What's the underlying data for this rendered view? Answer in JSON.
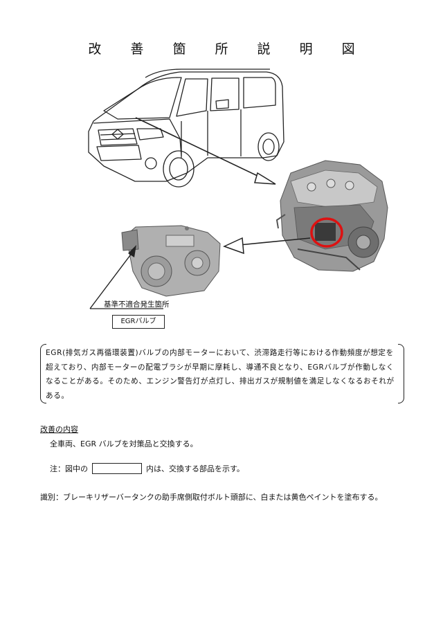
{
  "title": "改 善 箇 所 説 明 図",
  "illustration": {
    "callout_label": "基準不適合発生箇所",
    "part_label": "EGRバルブ"
  },
  "description": "EGR(排気ガス再循環装置)バルブの内部モーターにおいて、渋滞路走行等における作動頻度が想定を超えており、内部モーターの配電ブラシが早期に摩耗し、導通不良となり、EGRバルブが作動しなくなることがある。そのため、エンジン警告灯が点灯し、排出ガスが規制値を満足しなくなるおそれがある。",
  "improvement": {
    "heading": "改善の内容",
    "line": "全車両、EGR バルブを対策品と交換する。",
    "note_prefix": "注：図中の",
    "note_suffix": "内は、交換する部品を示す。"
  },
  "identification": "識別：ブレーキリザーバータンクの助手席側取付ボルト頭部に、白または黄色ペイントを塗布する。"
}
